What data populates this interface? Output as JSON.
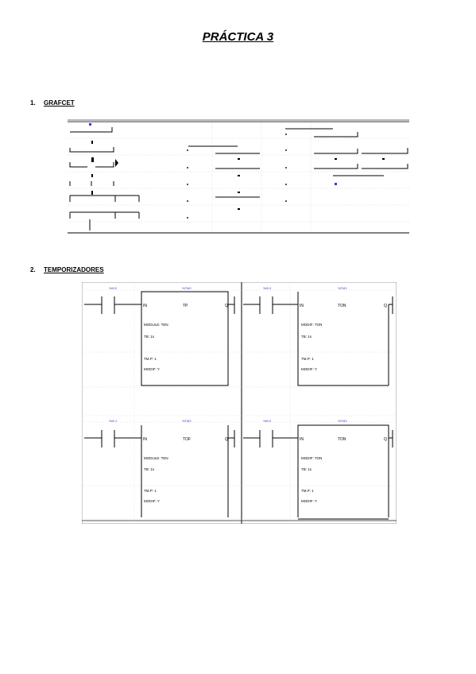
{
  "title": "PRÁCTICA 3",
  "sections": [
    {
      "number": "1.",
      "label": "GRAFCET"
    },
    {
      "number": "2.",
      "label": "TEMPORIZADORES"
    }
  ],
  "timers": [
    {
      "contact": "%I0.0",
      "block": "%TM0",
      "in_pin": "IN",
      "out_pin": "Q",
      "type": "TP",
      "param1": "MODULE: TEN",
      "param2": "TB: 1s",
      "param3": "TM.P: 1",
      "param4": "MODIF: Y"
    },
    {
      "contact": "%I0.0",
      "block": "%TM1",
      "in_pin": "IN",
      "out_pin": "Q",
      "type": "TON",
      "param1": "MODIF: TON",
      "param2": "TB: 1s",
      "param3": "TM.P: 1",
      "param4": "MODIF: Y"
    },
    {
      "contact": "%I0.1",
      "block": "%TM2",
      "in_pin": "IN",
      "out_pin": "Q",
      "type": "TOF",
      "param1": "MODULE: TEN",
      "param2": "TB: 1s",
      "param3": "TM.P: 1",
      "param4": "MODIF: Y"
    },
    {
      "contact": "%I0.0",
      "block": "%TM3",
      "in_pin": "IN",
      "out_pin": "Q",
      "type": "TON",
      "param1": "MODIF: TON",
      "param2": "TB: 1s",
      "param3": "TM.P: 1",
      "param4": "MODIF: Y"
    }
  ]
}
